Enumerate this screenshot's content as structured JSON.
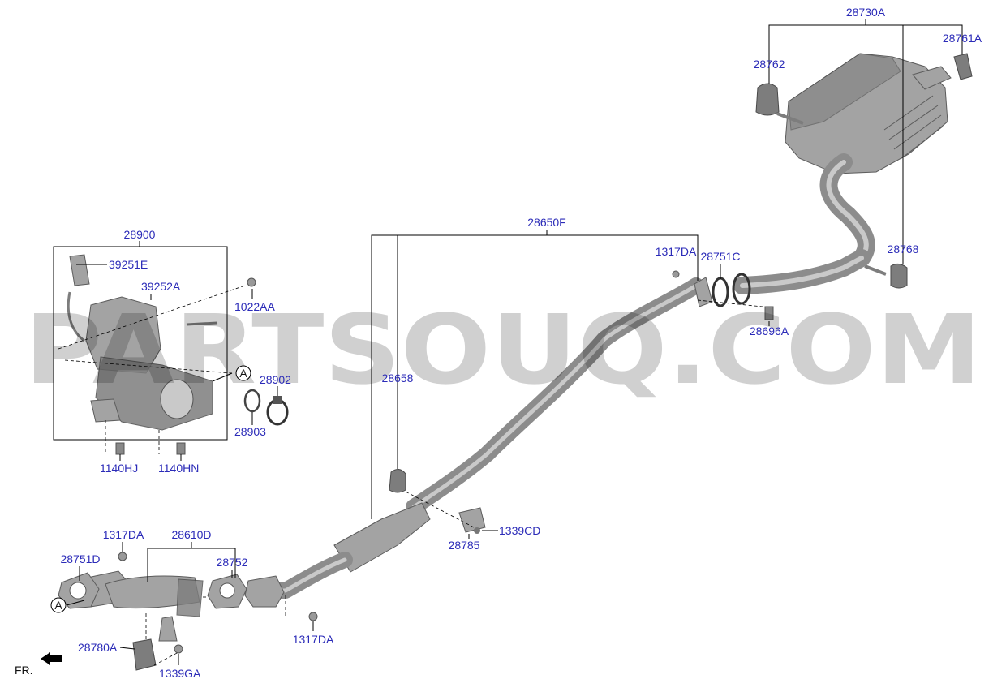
{
  "watermark": "PARTSOUQ.COM",
  "orientation_label": "FR.",
  "reference_marker": "A",
  "part_labels": {
    "p28730A": "28730A",
    "p28761A": "28761A",
    "p28762": "28762",
    "p28768": "28768",
    "p28650F": "28650F",
    "p1317DA_top": "1317DA",
    "p28751C": "28751C",
    "p28696A": "28696A",
    "p28900": "28900",
    "p39251E": "39251E",
    "p39252A": "39252A",
    "p1022AA": "1022AA",
    "p28902": "28902",
    "p28903": "28903",
    "p1140HJ": "1140HJ",
    "p1140HN": "1140HN",
    "p28658": "28658",
    "p28785": "28785",
    "p1339CD": "1339CD",
    "p1317DA_left": "1317DA",
    "p28610D": "28610D",
    "p28751D": "28751D",
    "p28752": "28752",
    "p1317DA_bottom": "1317DA",
    "p28780A": "28780A",
    "p1339GA": "1339GA"
  }
}
